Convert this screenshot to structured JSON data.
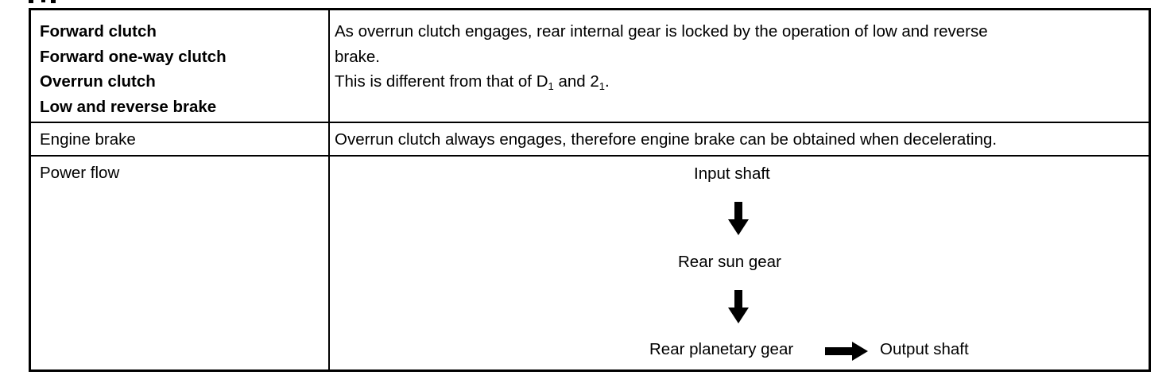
{
  "table": {
    "row1": {
      "elements": [
        "Forward clutch",
        "Forward one-way clutch",
        "Overrun clutch",
        "Low and reverse brake"
      ],
      "description": {
        "line1": "As overrun clutch engages, rear internal gear is locked by the operation of low and reverse",
        "line2": "brake.",
        "line3_prefix": "This is different from that of D",
        "sub1": "1",
        "mid": " and 2",
        "sub2": "1",
        "suffix": "."
      }
    },
    "row2": {
      "label": "Engine brake",
      "description": "Overrun clutch always engages, therefore engine brake can be obtained when decelerating."
    },
    "row3": {
      "label": "Power flow",
      "flow": {
        "step1": "Input shaft",
        "step2": "Rear sun gear",
        "step3": "Rear planetary gear",
        "step4": "Output shaft"
      }
    }
  },
  "icons": {
    "down_arrow": "arrow-down-icon",
    "right_arrow": "arrow-right-icon"
  },
  "colors": {
    "text": "#000000",
    "background": "#ffffff"
  }
}
